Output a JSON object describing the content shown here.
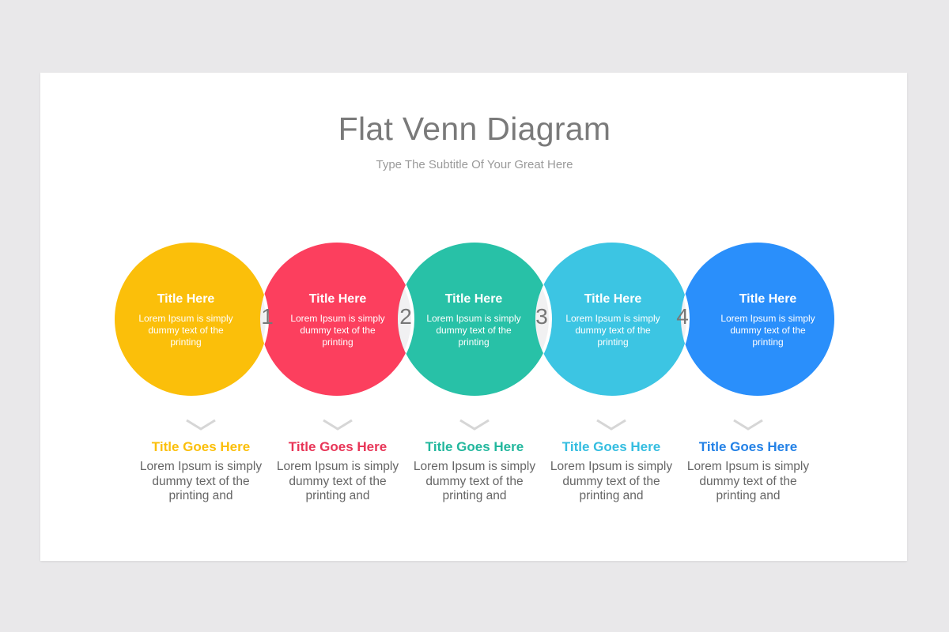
{
  "slide": {
    "title": "Flat Venn Diagram",
    "subtitle": "Type The Subtitle Of Your Great Here"
  },
  "colors": {
    "background": "#e9e8ea",
    "overlap": "#f1f1f2",
    "chevron": "#d6d6d6",
    "number": "#777777"
  },
  "circles": [
    {
      "title": "Title Here",
      "body": "Lorem Ipsum is simply dummy text of the printing",
      "color": "#fbbf0a"
    },
    {
      "title": "Title Here",
      "body": "Lorem Ipsum is simply dummy text of the printing",
      "color": "#fc3f5e"
    },
    {
      "title": "Title Here",
      "body": "Lorem Ipsum is simply dummy text of the printing",
      "color": "#28c1a7"
    },
    {
      "title": "Title Here",
      "body": "Lorem Ipsum is simply dummy text of the printing",
      "color": "#3cc5e3"
    },
    {
      "title": "Title Here",
      "body": "Lorem Ipsum is simply dummy text of the printing",
      "color": "#2a8ffb"
    }
  ],
  "overlaps": [
    "1",
    "2",
    "3",
    "4"
  ],
  "columns": [
    {
      "title": "Title Goes Here",
      "body": "Lorem Ipsum is simply dummy text of the printing and",
      "color": "#fbbf0a"
    },
    {
      "title": "Title Goes Here",
      "body": "Lorem Ipsum is simply dummy text of the printing and",
      "color": "#e83557"
    },
    {
      "title": "Title Goes Here",
      "body": "Lorem Ipsum is simply dummy text of the printing and",
      "color": "#22b79d"
    },
    {
      "title": "Title Goes Here",
      "body": "Lorem Ipsum is simply dummy text of the printing and",
      "color": "#34bde0"
    },
    {
      "title": "Title Goes Here",
      "body": "Lorem Ipsum is simply dummy text of the printing and",
      "color": "#2381e6"
    }
  ]
}
